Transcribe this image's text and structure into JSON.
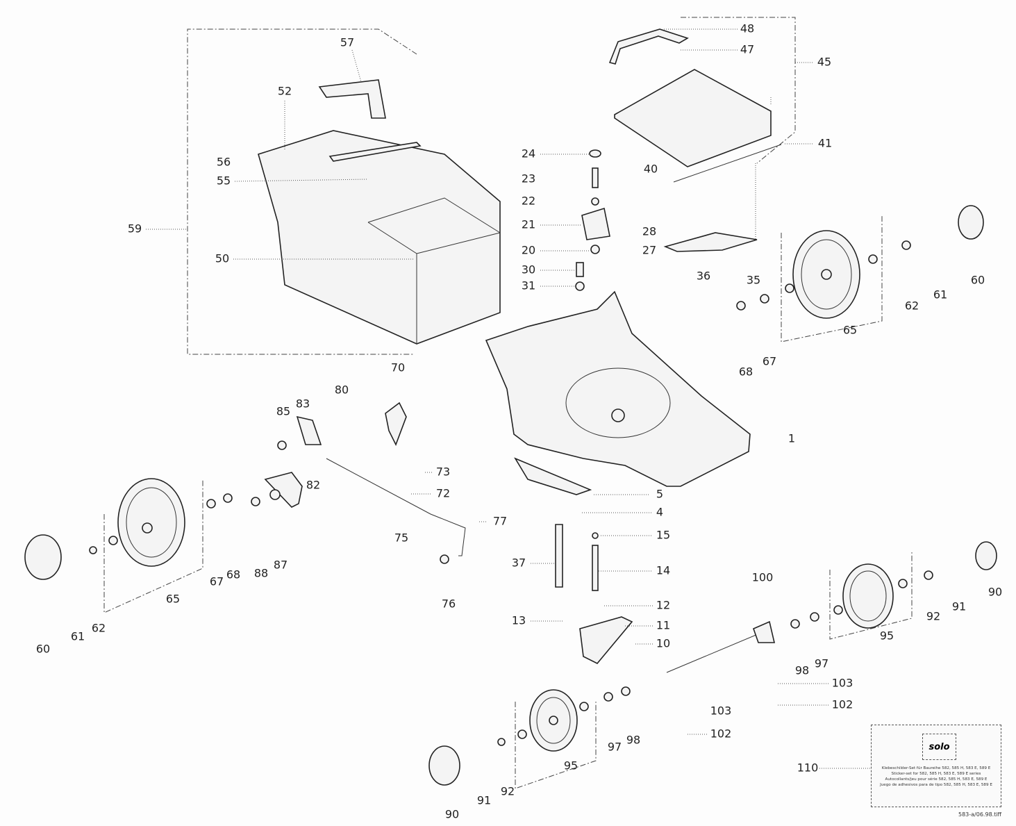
{
  "diagram": {
    "labels": [
      "57",
      "52",
      "56",
      "55",
      "59",
      "50",
      "48",
      "47",
      "45",
      "41",
      "24",
      "23",
      "22",
      "21",
      "20",
      "30",
      "31",
      "28",
      "27",
      "40",
      "36",
      "35",
      "60",
      "61",
      "62",
      "65",
      "68",
      "67",
      "70",
      "80",
      "85",
      "83",
      "1",
      "73",
      "72",
      "82",
      "5",
      "4",
      "77",
      "75",
      "15",
      "37",
      "14",
      "87",
      "88",
      "67",
      "68",
      "65",
      "76",
      "100",
      "90",
      "91",
      "92",
      "95",
      "12",
      "11",
      "13",
      "10",
      "61",
      "62",
      "60",
      "98",
      "97",
      "103",
      "103",
      "102",
      "102",
      "97",
      "98",
      "110",
      "95",
      "91",
      "92",
      "90"
    ],
    "sticker_kit": {
      "logo": "solo",
      "lines": [
        "Klebeschilder-Set für Baureihe 582, 585 H, 583 E, 589 E",
        "Sticker-set for 582, 585 H, 583 E, 589 E series",
        "Autocollants/jeu pour série 582, 585 H, 583 E, 589 E",
        "Juego de adhesivos para de tipo 582, 585 H, 583 E, 589 E"
      ]
    },
    "footer": "583-a/06.98.tiff"
  }
}
